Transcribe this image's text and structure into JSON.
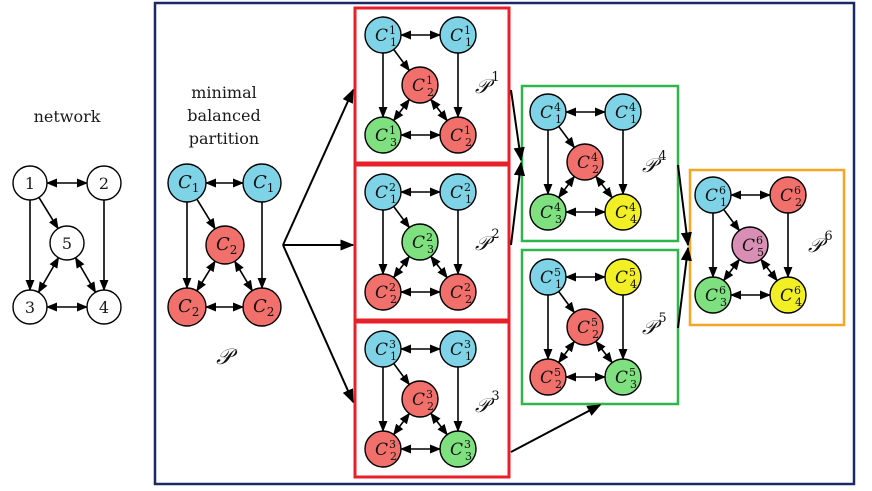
{
  "texts": {
    "network_label": "network",
    "minimal_label_line1": "minimal",
    "minimal_label_line2": "balanced",
    "minimal_label_line3": "partition",
    "p_base": "𝒫"
  },
  "network": {
    "nodes": [
      {
        "id": "n1",
        "label": "1"
      },
      {
        "id": "n2",
        "label": "2"
      },
      {
        "id": "n3",
        "label": "3"
      },
      {
        "id": "n4",
        "label": "4"
      },
      {
        "id": "n5",
        "label": "5"
      }
    ]
  },
  "colors": {
    "blue": "#7fd3e6",
    "red": "#f2706c",
    "green": "#7ee07e",
    "yellow": "#f2f024",
    "pink": "#d98fb5",
    "white": "#ffffff",
    "frame_dark_blue": "#1a2a66",
    "frame_red": "#e8202a",
    "frame_green": "#2fb54a",
    "frame_orange": "#f5a623"
  },
  "base_partition": {
    "label": "𝒫",
    "nodes": [
      {
        "id": "a1",
        "label": "C",
        "sub": "1",
        "sup": "",
        "color": "blue"
      },
      {
        "id": "a2",
        "label": "C",
        "sub": "1",
        "sup": "",
        "color": "blue"
      },
      {
        "id": "a3",
        "label": "C",
        "sub": "2",
        "sup": "",
        "color": "red"
      },
      {
        "id": "a4",
        "label": "C",
        "sub": "2",
        "sup": "",
        "color": "red"
      },
      {
        "id": "a5",
        "label": "C",
        "sub": "2",
        "sup": "",
        "color": "red"
      }
    ]
  },
  "panels": [
    {
      "id": "p1",
      "sup": "1",
      "frame": "frame_red",
      "nodes": [
        {
          "sub": "1",
          "color": "blue"
        },
        {
          "sub": "1",
          "color": "blue"
        },
        {
          "sub": "2",
          "color": "red"
        },
        {
          "sub": "3",
          "color": "green"
        },
        {
          "sub": "2",
          "color": "red"
        }
      ]
    },
    {
      "id": "p2",
      "sup": "2",
      "frame": "frame_red",
      "nodes": [
        {
          "sub": "1",
          "color": "blue"
        },
        {
          "sub": "1",
          "color": "blue"
        },
        {
          "sub": "3",
          "color": "green"
        },
        {
          "sub": "2",
          "color": "red"
        },
        {
          "sub": "2",
          "color": "red"
        }
      ]
    },
    {
      "id": "p3",
      "sup": "3",
      "frame": "frame_red",
      "nodes": [
        {
          "sub": "1",
          "color": "blue"
        },
        {
          "sub": "1",
          "color": "blue"
        },
        {
          "sub": "2",
          "color": "red"
        },
        {
          "sub": "2",
          "color": "red"
        },
        {
          "sub": "3",
          "color": "green"
        }
      ]
    },
    {
      "id": "p4",
      "sup": "4",
      "frame": "frame_green",
      "nodes": [
        {
          "sub": "1",
          "color": "blue"
        },
        {
          "sub": "1",
          "color": "blue"
        },
        {
          "sub": "2",
          "color": "red"
        },
        {
          "sub": "3",
          "color": "green"
        },
        {
          "sub": "4",
          "color": "yellow"
        }
      ]
    },
    {
      "id": "p5",
      "sup": "5",
      "frame": "frame_green",
      "nodes": [
        {
          "sub": "1",
          "color": "blue"
        },
        {
          "sub": "4",
          "color": "yellow"
        },
        {
          "sub": "2",
          "color": "red"
        },
        {
          "sub": "2",
          "color": "red"
        },
        {
          "sub": "3",
          "color": "green"
        }
      ]
    },
    {
      "id": "p6",
      "sup": "6",
      "frame": "frame_orange",
      "nodes": [
        {
          "sub": "1",
          "color": "blue"
        },
        {
          "sub": "2",
          "color": "red"
        },
        {
          "sub": "5",
          "color": "pink"
        },
        {
          "sub": "3",
          "color": "green"
        },
        {
          "sub": "4",
          "color": "yellow"
        }
      ]
    }
  ]
}
